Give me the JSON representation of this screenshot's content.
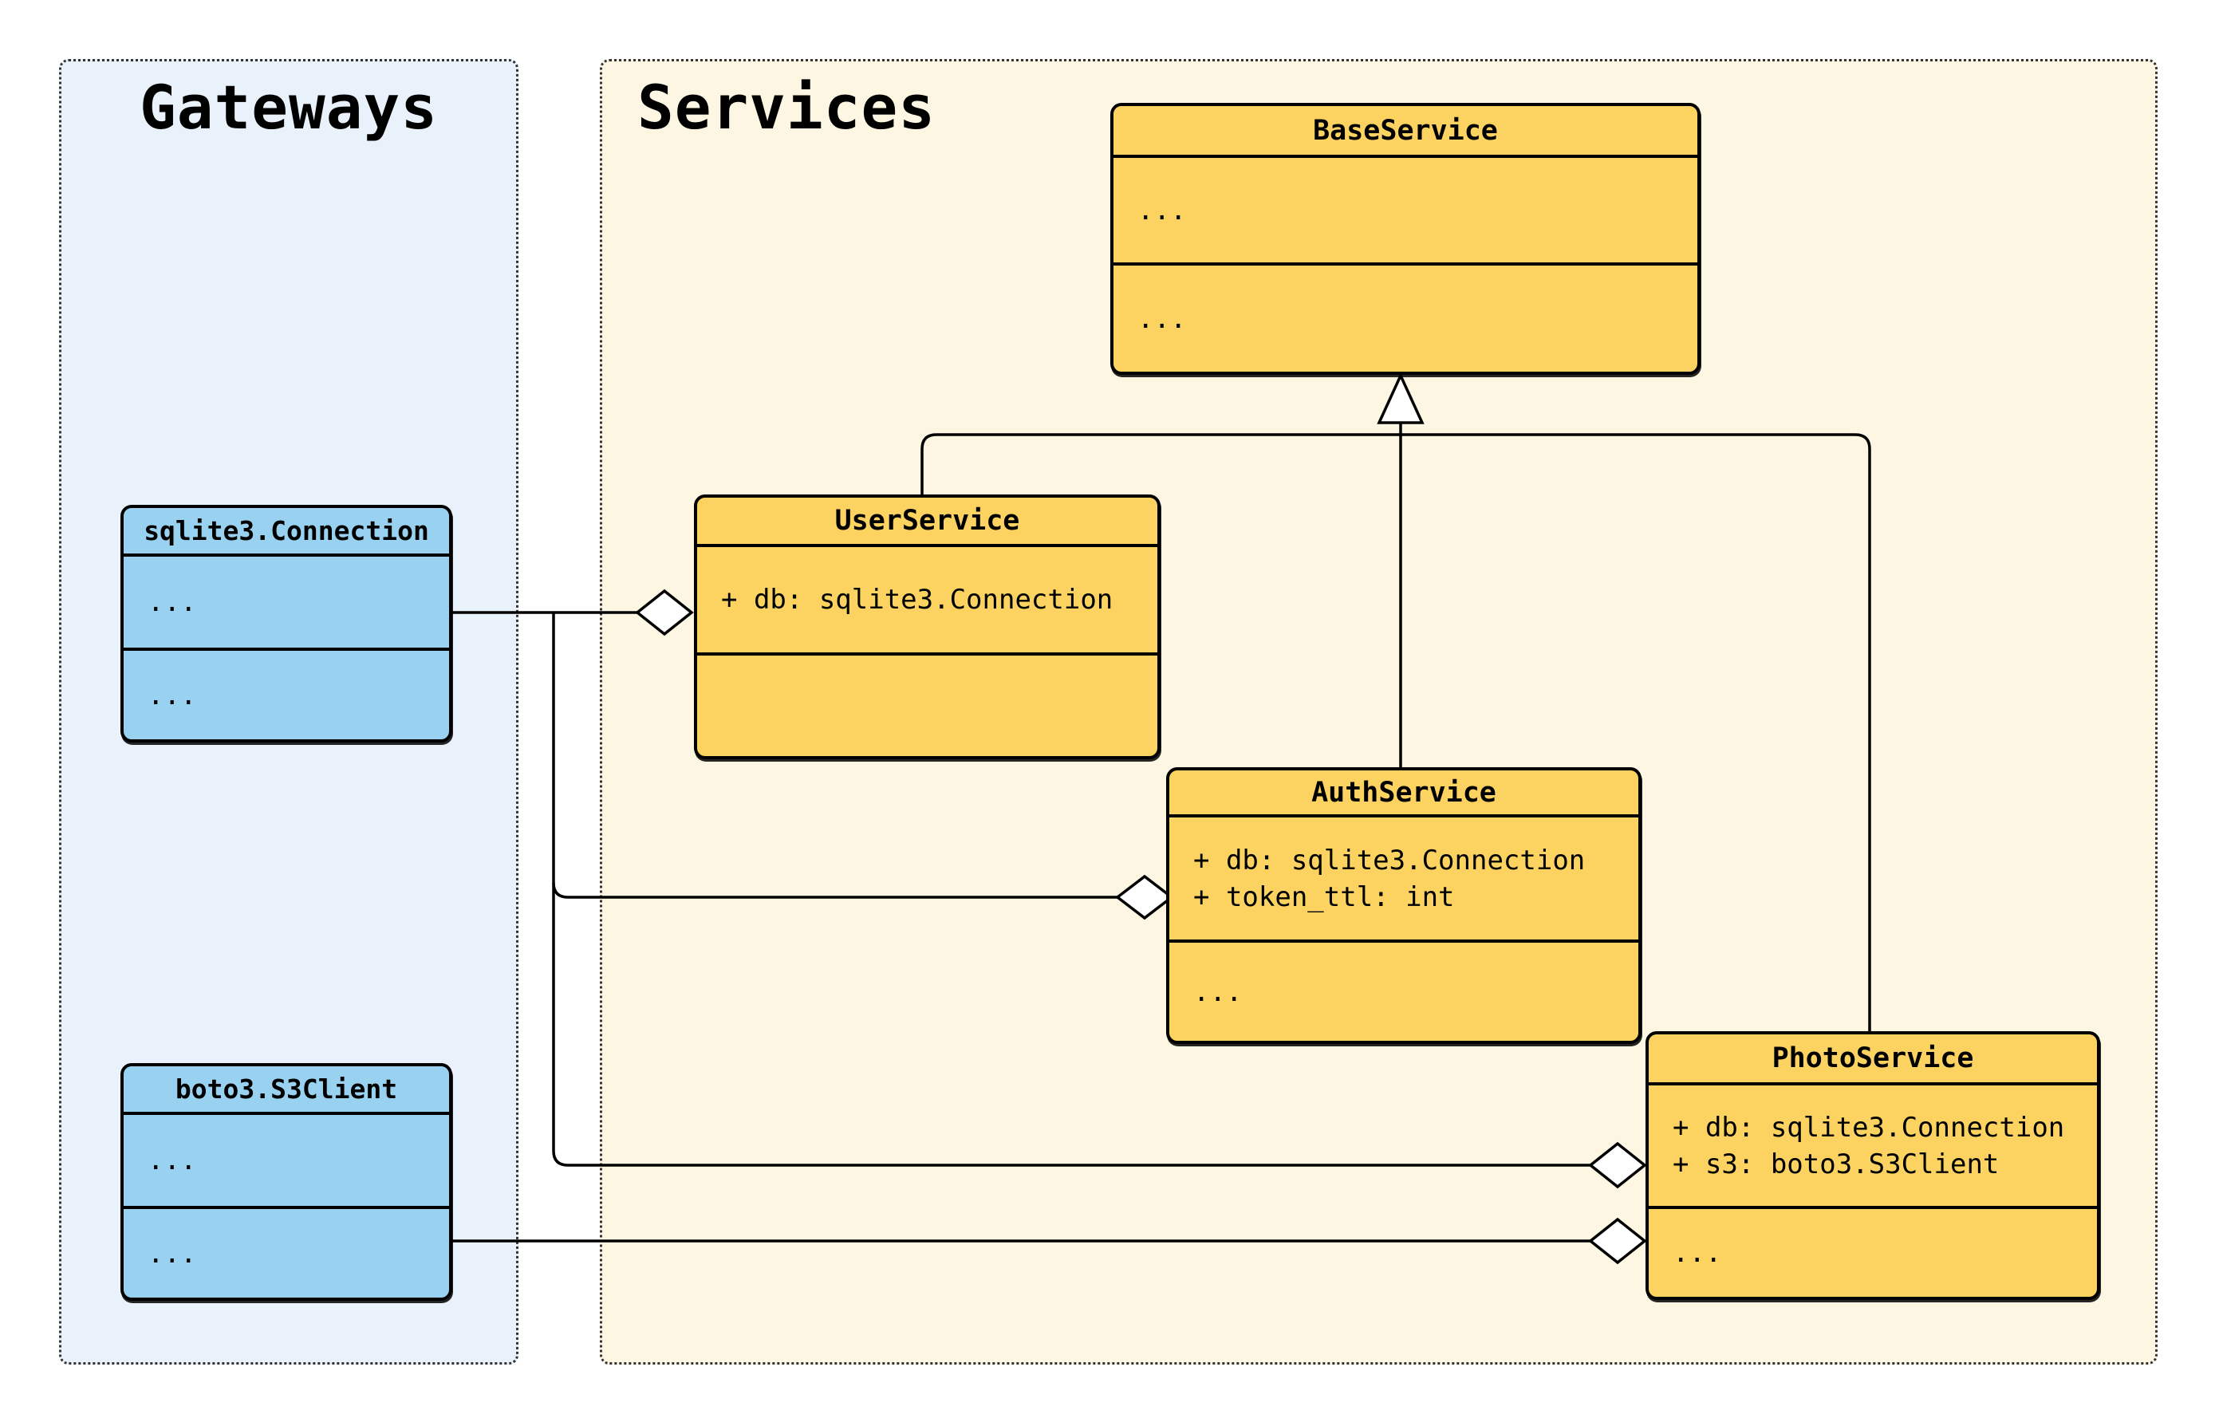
{
  "colors": {
    "canvas_bg": "#ffffff",
    "gateways_bg": "#e9f2fb",
    "services_bg": "#fdf6e2",
    "yellow_fill": "#fcd361",
    "blue_fill": "#99d1f0",
    "ink": "#000000",
    "panel_border": "#333333"
  },
  "panels": {
    "gateways": {
      "title": "Gateways"
    },
    "services": {
      "title": "Services"
    }
  },
  "classes": {
    "base_service": {
      "name": "BaseService",
      "attributes": [
        "..."
      ],
      "methods": [
        "..."
      ]
    },
    "user_service": {
      "name": "UserService",
      "attributes": [
        "+ db: sqlite3.Connection"
      ],
      "methods": []
    },
    "auth_service": {
      "name": "AuthService",
      "attributes": [
        "+ db: sqlite3.Connection",
        "+ token_ttl: int"
      ],
      "methods": [
        "..."
      ]
    },
    "photo_service": {
      "name": "PhotoService",
      "attributes": [
        "+ db: sqlite3.Connection",
        "+ s3: boto3.S3Client"
      ],
      "methods": [
        "..."
      ]
    },
    "sqlite_connection": {
      "name": "sqlite3.Connection",
      "attributes": [
        "..."
      ],
      "methods": [
        "..."
      ]
    },
    "boto3_s3client": {
      "name": "boto3.S3Client",
      "attributes": [
        "..."
      ],
      "methods": [
        "..."
      ]
    }
  },
  "relationships": [
    {
      "type": "inheritance",
      "from": "UserService",
      "to": "BaseService"
    },
    {
      "type": "inheritance",
      "from": "AuthService",
      "to": "BaseService"
    },
    {
      "type": "inheritance",
      "from": "PhotoService",
      "to": "BaseService"
    },
    {
      "type": "aggregation",
      "from": "UserService",
      "to": "sqlite3.Connection"
    },
    {
      "type": "aggregation",
      "from": "AuthService",
      "to": "sqlite3.Connection"
    },
    {
      "type": "aggregation",
      "from": "PhotoService",
      "to": "sqlite3.Connection"
    },
    {
      "type": "aggregation",
      "from": "PhotoService",
      "to": "boto3.S3Client"
    }
  ]
}
